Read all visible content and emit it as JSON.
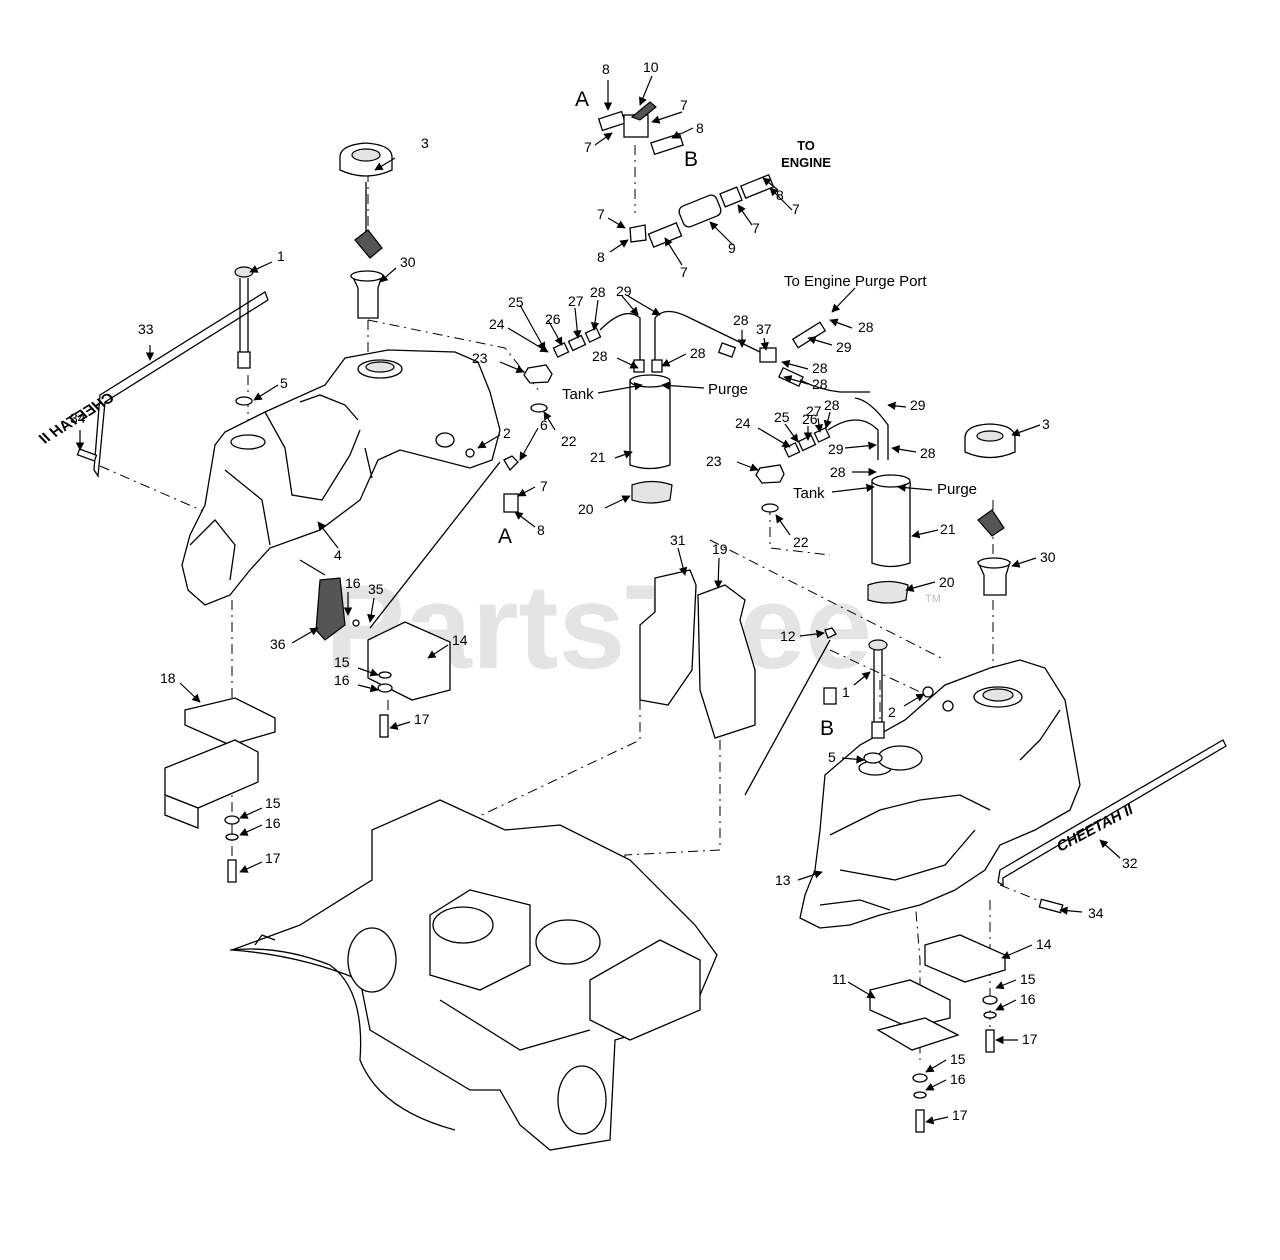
{
  "watermark": "PartsTree",
  "trademark": "TM",
  "decal_text": "CHEETAH II",
  "labels": {
    "to_engine": "TO\nENGINE",
    "purge_port": "To Engine Purge Port",
    "tank": "Tank",
    "purge": "Purge",
    "a": "A",
    "b": "B"
  },
  "callouts": [
    {
      "id": "c1",
      "text": "1"
    },
    {
      "id": "c1b",
      "text": "1"
    },
    {
      "id": "c2",
      "text": "2"
    },
    {
      "id": "c2b",
      "text": "2"
    },
    {
      "id": "c3",
      "text": "3"
    },
    {
      "id": "c3b",
      "text": "3"
    },
    {
      "id": "c4",
      "text": "4"
    },
    {
      "id": "c5",
      "text": "5"
    },
    {
      "id": "c5b",
      "text": "5"
    },
    {
      "id": "c6",
      "text": "6"
    },
    {
      "id": "c7a",
      "text": "7"
    },
    {
      "id": "c7b",
      "text": "7"
    },
    {
      "id": "c7c",
      "text": "7"
    },
    {
      "id": "c7d",
      "text": "7"
    },
    {
      "id": "c7e",
      "text": "7"
    },
    {
      "id": "c7f",
      "text": "7"
    },
    {
      "id": "c7g",
      "text": "7"
    },
    {
      "id": "c8a",
      "text": "8"
    },
    {
      "id": "c8b",
      "text": "8"
    },
    {
      "id": "c8c",
      "text": "8"
    },
    {
      "id": "c8d",
      "text": "8"
    },
    {
      "id": "c8e",
      "text": "8"
    },
    {
      "id": "c9",
      "text": "9"
    },
    {
      "id": "c10",
      "text": "10"
    },
    {
      "id": "c11",
      "text": "11"
    },
    {
      "id": "c12",
      "text": "12"
    },
    {
      "id": "c13",
      "text": "13"
    },
    {
      "id": "c14",
      "text": "14"
    },
    {
      "id": "c14b",
      "text": "14"
    },
    {
      "id": "c15",
      "text": "15"
    },
    {
      "id": "c15b",
      "text": "15"
    },
    {
      "id": "c15c",
      "text": "15"
    },
    {
      "id": "c15d",
      "text": "15"
    },
    {
      "id": "c16",
      "text": "16"
    },
    {
      "id": "c16b",
      "text": "16"
    },
    {
      "id": "c16c",
      "text": "16"
    },
    {
      "id": "c16d",
      "text": "16"
    },
    {
      "id": "c16e",
      "text": "16"
    },
    {
      "id": "c17",
      "text": "17"
    },
    {
      "id": "c17b",
      "text": "17"
    },
    {
      "id": "c17c",
      "text": "17"
    },
    {
      "id": "c17d",
      "text": "17"
    },
    {
      "id": "c18",
      "text": "18"
    },
    {
      "id": "c19",
      "text": "19"
    },
    {
      "id": "c20",
      "text": "20"
    },
    {
      "id": "c20b",
      "text": "20"
    },
    {
      "id": "c21",
      "text": "21"
    },
    {
      "id": "c21b",
      "text": "21"
    },
    {
      "id": "c22",
      "text": "22"
    },
    {
      "id": "c22b",
      "text": "22"
    },
    {
      "id": "c23",
      "text": "23"
    },
    {
      "id": "c23b",
      "text": "23"
    },
    {
      "id": "c24",
      "text": "24"
    },
    {
      "id": "c24b",
      "text": "24"
    },
    {
      "id": "c25",
      "text": "25"
    },
    {
      "id": "c25b",
      "text": "25"
    },
    {
      "id": "c26",
      "text": "26"
    },
    {
      "id": "c26b",
      "text": "26"
    },
    {
      "id": "c27",
      "text": "27"
    },
    {
      "id": "c27b",
      "text": "27"
    },
    {
      "id": "c28a",
      "text": "28"
    },
    {
      "id": "c28b",
      "text": "28"
    },
    {
      "id": "c28c",
      "text": "28"
    },
    {
      "id": "c28d",
      "text": "28"
    },
    {
      "id": "c28e",
      "text": "28"
    },
    {
      "id": "c28f",
      "text": "28"
    },
    {
      "id": "c28g",
      "text": "28"
    },
    {
      "id": "c28h",
      "text": "28"
    },
    {
      "id": "c28i",
      "text": "28"
    },
    {
      "id": "c28j",
      "text": "28"
    },
    {
      "id": "c29a",
      "text": "29"
    },
    {
      "id": "c29b",
      "text": "29"
    },
    {
      "id": "c29c",
      "text": "29"
    },
    {
      "id": "c29d",
      "text": "29"
    },
    {
      "id": "c30",
      "text": "30"
    },
    {
      "id": "c30b",
      "text": "30"
    },
    {
      "id": "c31",
      "text": "31"
    },
    {
      "id": "c32",
      "text": "32"
    },
    {
      "id": "c33",
      "text": "33"
    },
    {
      "id": "c34",
      "text": "34"
    },
    {
      "id": "c34b",
      "text": "34"
    },
    {
      "id": "c35",
      "text": "35"
    },
    {
      "id": "c36",
      "text": "36"
    },
    {
      "id": "c37",
      "text": "37"
    }
  ]
}
